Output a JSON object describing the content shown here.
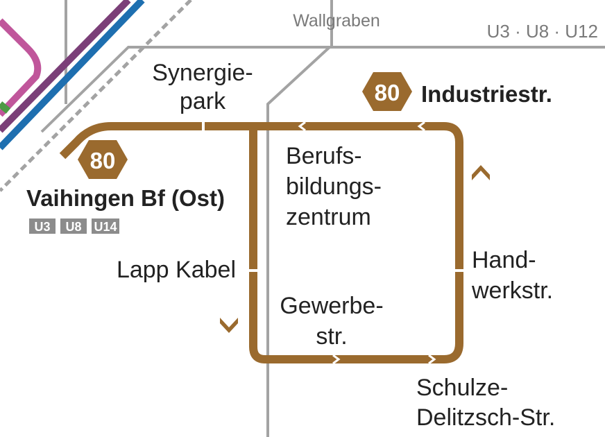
{
  "colors": {
    "bus_line": "#9a6a2e",
    "rail_gray": "#a3a3a3",
    "line_blue": "#1e6fb0",
    "line_purple": "#7b3f78",
    "line_pink": "#c0569b",
    "line_green": "#4d9a45",
    "ubadge_bg": "#8c8c8c",
    "text_dark": "#222222",
    "text_gray": "#7a7a7a"
  },
  "top_connection": {
    "street": "Wallgraben",
    "lines": "U3 · U8 · U12"
  },
  "bus_line": {
    "number": "80",
    "terminus_badge": "80"
  },
  "stops": {
    "vaihingen": {
      "name": "Vaihingen Bf (Ost)",
      "badges": [
        "U3",
        "U8",
        "U14"
      ]
    },
    "synergiepark": {
      "line1": "Synergie-",
      "line2": "park"
    },
    "industriestr": {
      "name": "Industriestr."
    },
    "berufsbildungszentrum": {
      "line1": "Berufs-",
      "line2": "bildungs-",
      "line3": "zentrum"
    },
    "lapp_kabel": {
      "name": "Lapp Kabel"
    },
    "gewerbestr": {
      "line1": "Gewerbe-",
      "line2": "str."
    },
    "handwerkstr": {
      "line1": "Hand-",
      "line2": "werkstr."
    },
    "schulze_delitzsch": {
      "line1": "Schulze-",
      "line2": "Delitzsch-Str."
    }
  },
  "icons": {
    "direction_up": "chevron-up-icon",
    "direction_down": "chevron-down-icon",
    "line_badge": "hexagon-badge-icon"
  }
}
